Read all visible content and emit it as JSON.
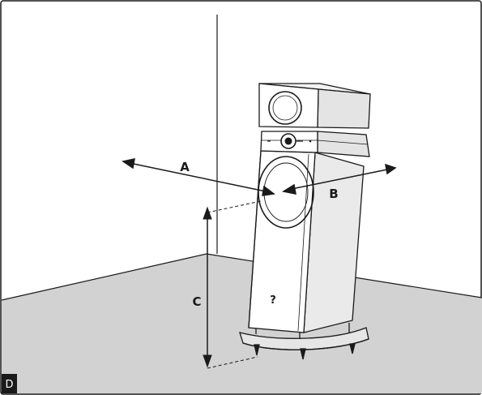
{
  "labels": {
    "a": "A",
    "b": "B",
    "c": "C",
    "question": "?",
    "corner_badge": "D"
  },
  "colors": {
    "floor": "#d2d2d2",
    "wall": "#ffffff",
    "line": "#1a1a1a",
    "badge_bg": "#1a1a1a",
    "speaker_shade": "#f3f3f3"
  }
}
